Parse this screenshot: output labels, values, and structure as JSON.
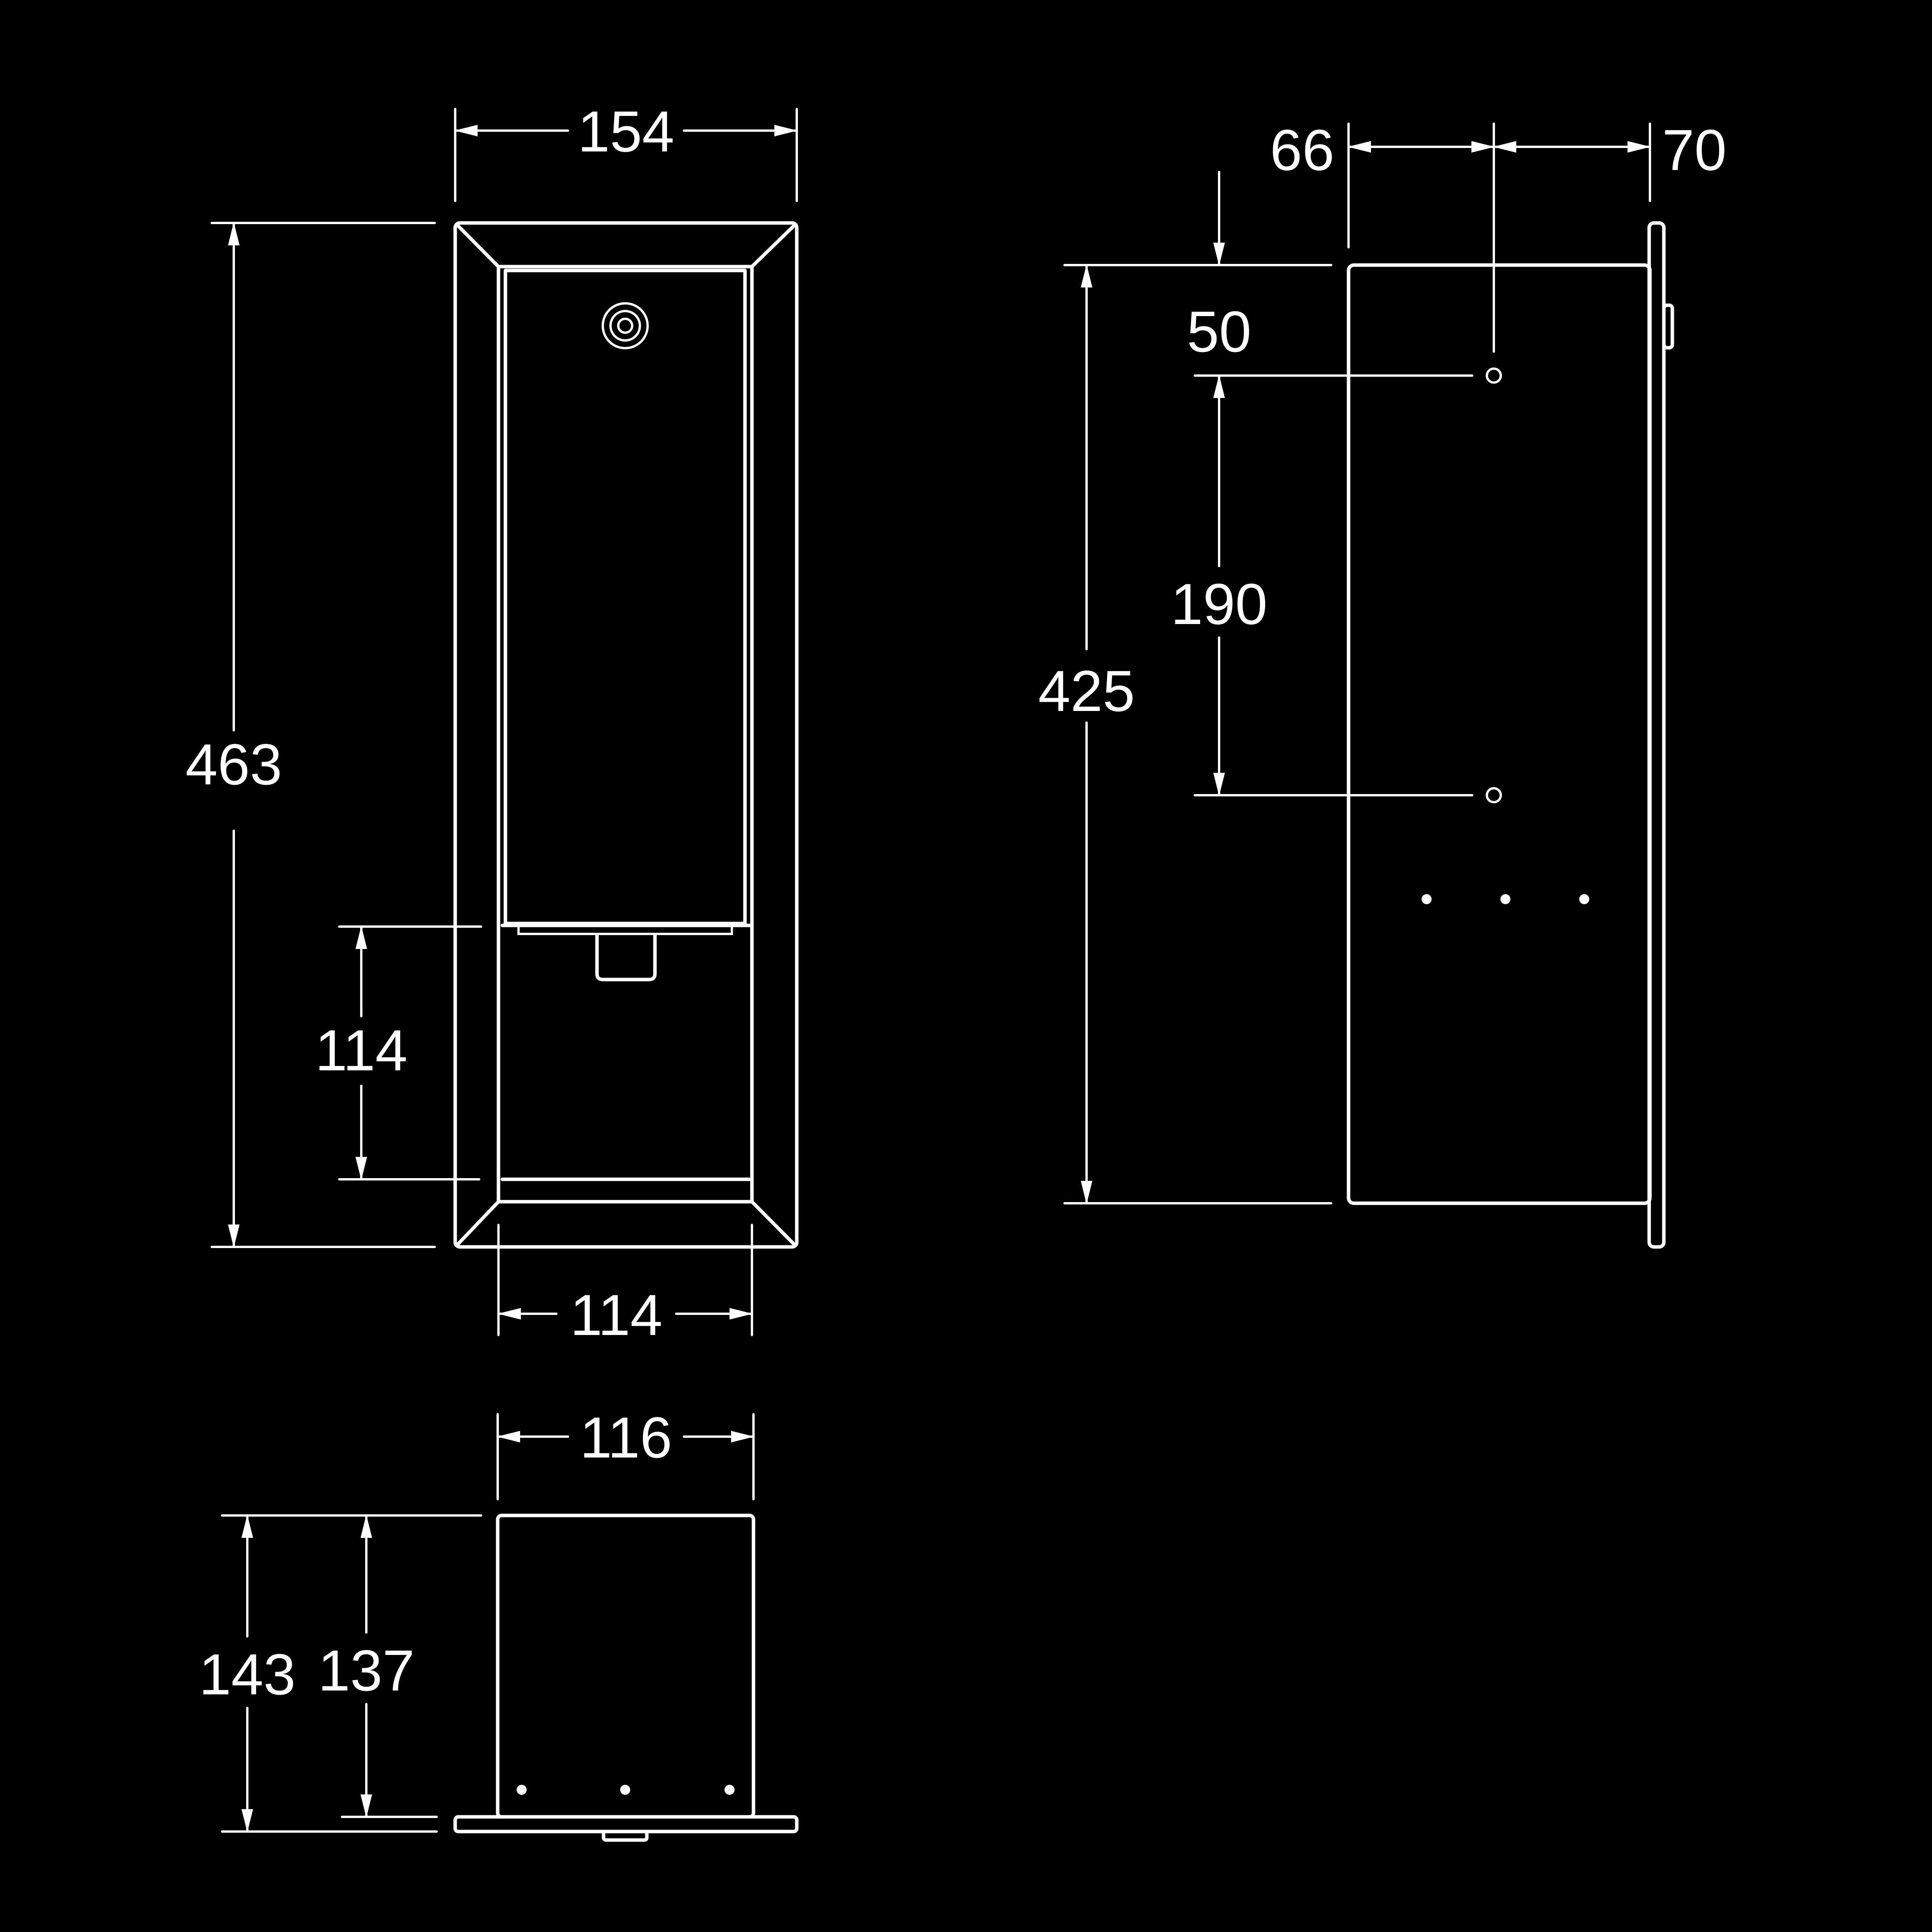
{
  "drawing": {
    "background": "#000000",
    "line_color": "#ffffff",
    "front_view": {
      "width": "154",
      "height": "463",
      "opening_height": "114",
      "opening_width": "114"
    },
    "side_view": {
      "depth_left": "66",
      "depth_right": "70",
      "top_offset": "50",
      "hole_spacing": "190",
      "body_height": "425"
    },
    "bottom_view": {
      "width": "116",
      "outer_height": "143",
      "inner_height": "137"
    }
  }
}
